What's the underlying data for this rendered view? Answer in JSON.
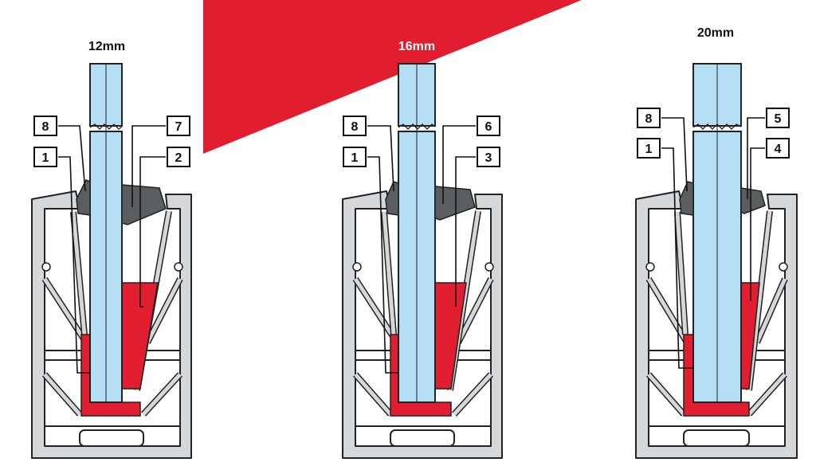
{
  "colors": {
    "accent_red": "#E01E2F",
    "glass": "#B4DEF3",
    "profile_fill": "#D5D8DA",
    "outline": "#222222",
    "gasket": "#5B5E61"
  },
  "diagrams": [
    {
      "title": "12mm",
      "labels": [
        "8",
        "1",
        "7",
        "2"
      ]
    },
    {
      "title": "16mm",
      "labels": [
        "8",
        "1",
        "6",
        "3"
      ]
    },
    {
      "title": "20mm",
      "labels": [
        "8",
        "1",
        "5",
        "4"
      ]
    }
  ]
}
